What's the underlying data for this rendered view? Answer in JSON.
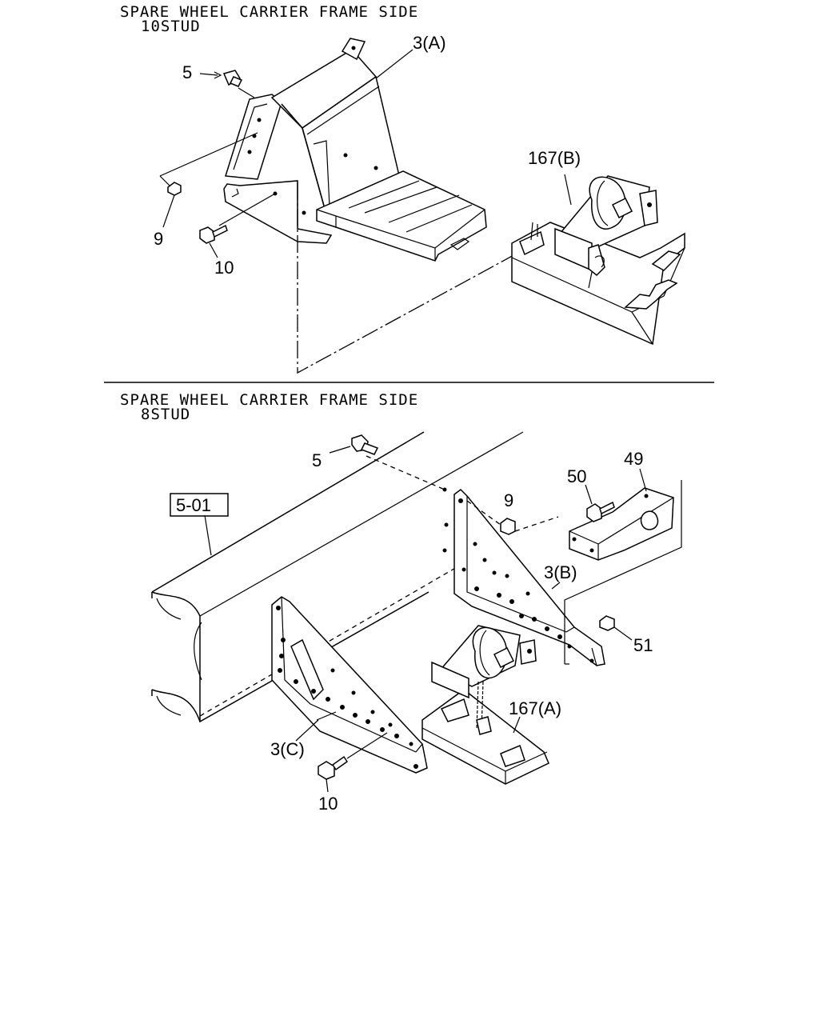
{
  "sections": [
    {
      "title": "SPARE WHEEL CARRIER FRAME SIDE",
      "subtitle": "10STUD",
      "callouts": [
        "5",
        "3(A)",
        "9",
        "10",
        "167(B)"
      ]
    },
    {
      "title": "SPARE WHEEL CARRIER FRAME SIDE",
      "subtitle": "8STUD",
      "callouts": [
        "5",
        "5-01",
        "9",
        "50",
        "49",
        "3(B)",
        "51",
        "167(A)",
        "3(C)",
        "10"
      ]
    }
  ]
}
